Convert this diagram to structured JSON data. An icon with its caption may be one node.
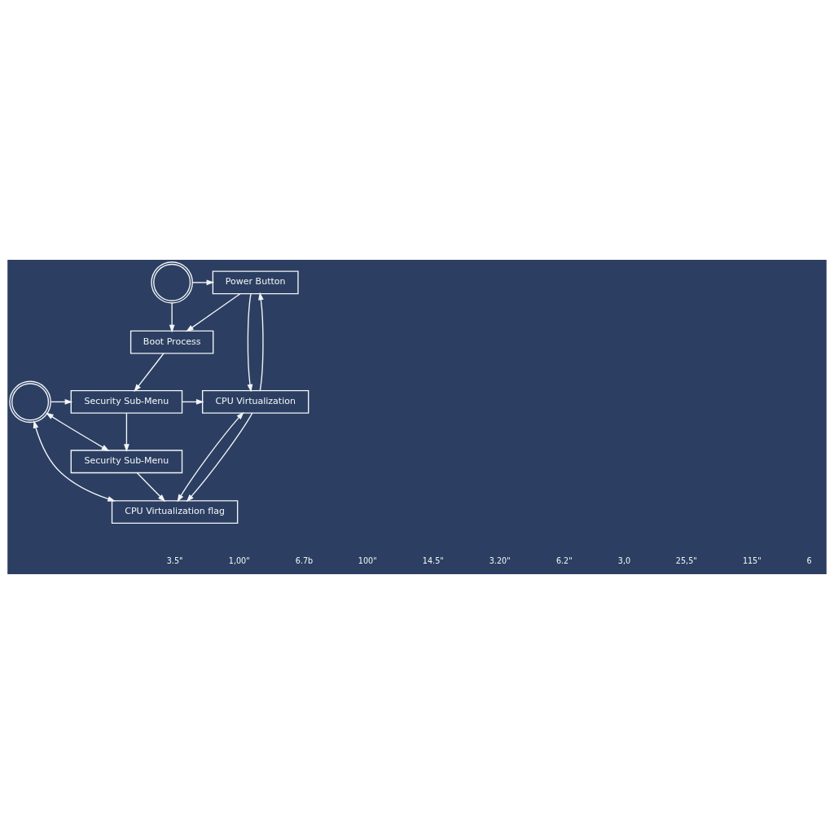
{
  "diagram": {
    "nodes": [
      {
        "text": [
          "Power Button"
        ]
      },
      {
        "text": [
          "Boot Process"
        ]
      },
      {
        "text": [
          "Security Sub-Menu"
        ]
      },
      {
        "text": [
          "Security Sub-Menu"
        ]
      },
      {
        "text": [
          "CPU Virtualization flag"
        ]
      },
      {
        "text": [
          "CPU Virtualization"
        ]
      },
      {
        "text": [],
        "shape": "circle"
      },
      {
        "text": [],
        "shape": "circle"
      }
    ],
    "edges": [
      {
        "from": 6,
        "to": 0,
        "arrow": "to"
      },
      {
        "from": 6,
        "to": 1,
        "arrow": "to"
      },
      {
        "from": 0,
        "to": 1,
        "arrow": "to"
      },
      {
        "from": 0,
        "to": 5,
        "arrow": "to"
      },
      {
        "from": 5,
        "to": 0,
        "arrow": "to"
      },
      {
        "from": 1,
        "to": 2,
        "arrow": "to"
      },
      {
        "from": 7,
        "to": 2,
        "arrow": "to"
      },
      {
        "from": 2,
        "to": 5,
        "arrow": "to"
      },
      {
        "from": 2,
        "to": 3,
        "arrow": "to"
      },
      {
        "from": 7,
        "to": 3,
        "arrow": "both"
      },
      {
        "from": 3,
        "to": 4,
        "arrow": "to"
      },
      {
        "from": 7,
        "to": 4,
        "arrow": "both"
      },
      {
        "from": 5,
        "to": 4,
        "arrow": "both"
      },
      {
        "from": 5,
        "to": 4,
        "arrow": "to"
      }
    ],
    "labels": [
      "3.5\"",
      "1,00\"",
      "6.7b",
      "100\"",
      "14.5\"",
      "3.20\"",
      "6.2\"",
      "3,0",
      "25,5\"",
      "115\"",
      "6"
    ]
  }
}
